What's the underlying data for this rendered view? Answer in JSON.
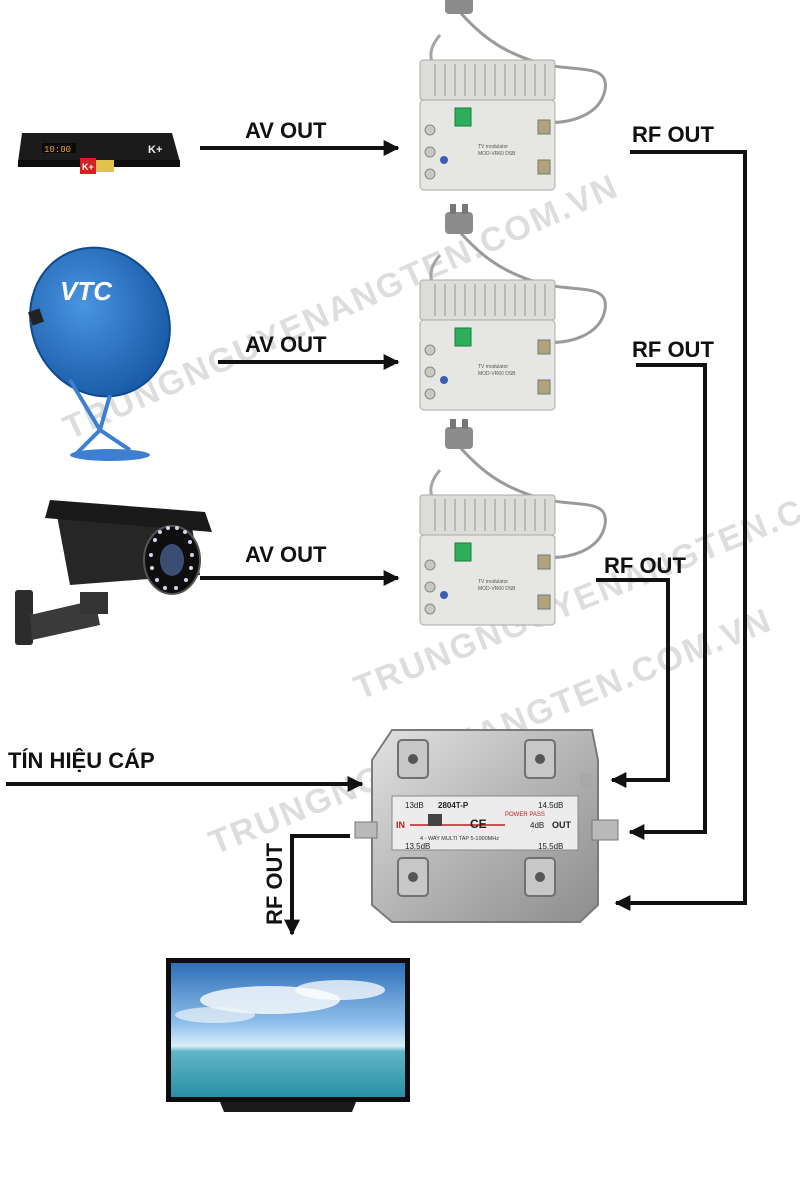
{
  "labels": {
    "av_out_1": "AV OUT",
    "av_out_2": "AV OUT",
    "av_out_3": "AV OUT",
    "rf_out_1": "RF OUT",
    "rf_out_2": "RF OUT",
    "rf_out_3": "RF OUT",
    "rf_out_tv": "RF OUT",
    "cable_signal": "TÍN HIỆU CÁP"
  },
  "receiver": {
    "display": "10:00",
    "brand": "K+",
    "badge": "K+"
  },
  "dish": {
    "logo": "VTC"
  },
  "modulator": {
    "line1": "TV modulator",
    "line2": "MOD-VR60 DSB"
  },
  "tap": {
    "model": "2804T-P",
    "in_label": "IN",
    "out_label": "OUT",
    "power_pass": "POWER PASS",
    "desc": "4 - WAY MULTI TAP   5-1000MHz",
    "port_tl": "13dB",
    "port_tr": "14.5dB",
    "port_bl": "13.5dB",
    "port_br": "15.5dB",
    "out_loss": "4dB",
    "ce": "CE"
  },
  "watermarks": [
    "TRUNGNGUYENANGTEN.COM.VN",
    "TRUNGNGUYENANGTEN.COM.VN",
    "TRUNGNGUYENANGTEN.COM.VN"
  ],
  "colors": {
    "line": "#111111",
    "dish": "#1f6fc4",
    "modulator": "#e6e6e3",
    "tap": "#c9c9c9",
    "tv_sky": "#4a90d9"
  }
}
